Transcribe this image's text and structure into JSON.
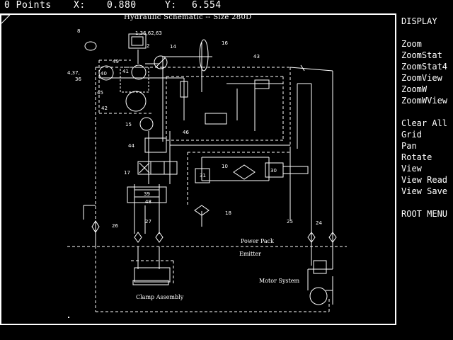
{
  "status": {
    "points": "0 Points",
    "x_label": "X:",
    "x_value": "0.880",
    "y_label": "Y:",
    "y_value": "6.554"
  },
  "drawing": {
    "title": "Hydraulic Schematic -- Size 280D",
    "section_labels": {
      "power_pack": "Power Pack",
      "emitter": "Emitter",
      "motor_system": "Motor System",
      "clamp_assembly": "Clamp Assembly"
    },
    "component_numbers": {
      "c8": "8",
      "c1": "1,36,62,63",
      "c2": "2",
      "c14": "14",
      "c16": "16",
      "c43": "43",
      "c4": "4,37,",
      "c36": "36",
      "c49": "49",
      "c40": "40",
      "c41": "41",
      "c45": "45",
      "c42": "42",
      "c15": "15",
      "c46": "46",
      "c44": "44",
      "c17": "17",
      "c10": "10",
      "c31": "31",
      "c30": "30",
      "c39": "39",
      "c48": "48",
      "c18": "18",
      "c26": "26",
      "c27": "27",
      "c25": "25",
      "c24": "24"
    }
  },
  "menu": {
    "title": "DISPLAY",
    "items": [
      "Zoom",
      "ZoomStat",
      "ZoomStat4",
      "ZoomView",
      "ZoomW",
      "ZoomWView"
    ],
    "items2": [
      "Clear All",
      "Grid",
      "Pan",
      "Rotate",
      "View",
      "View Read",
      "View Save"
    ],
    "root": "ROOT MENU"
  }
}
